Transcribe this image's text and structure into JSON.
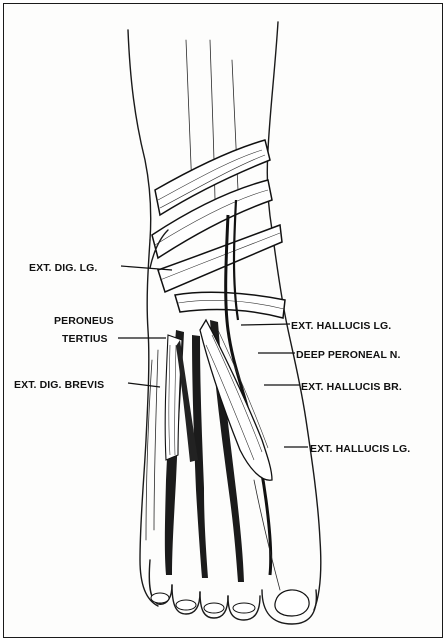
{
  "figure": {
    "labels": {
      "ext_dig_lg": "EXT. DIG. LG.",
      "peroneus_1": "PERONEUS",
      "peroneus_2": "TERTIUS",
      "ext_dig_brevis": "EXT. DIG. BREVIS",
      "ext_hallucis_lg_upper": "EXT.  HALLUCIS LG.",
      "deep_peroneal": "DEEP PERONEAL N.",
      "ext_hallucis_br": "EXT. HALLUCIS BR.",
      "ext_hallucis_lg_lower": "EXT.  HALLUCIS LG."
    }
  }
}
